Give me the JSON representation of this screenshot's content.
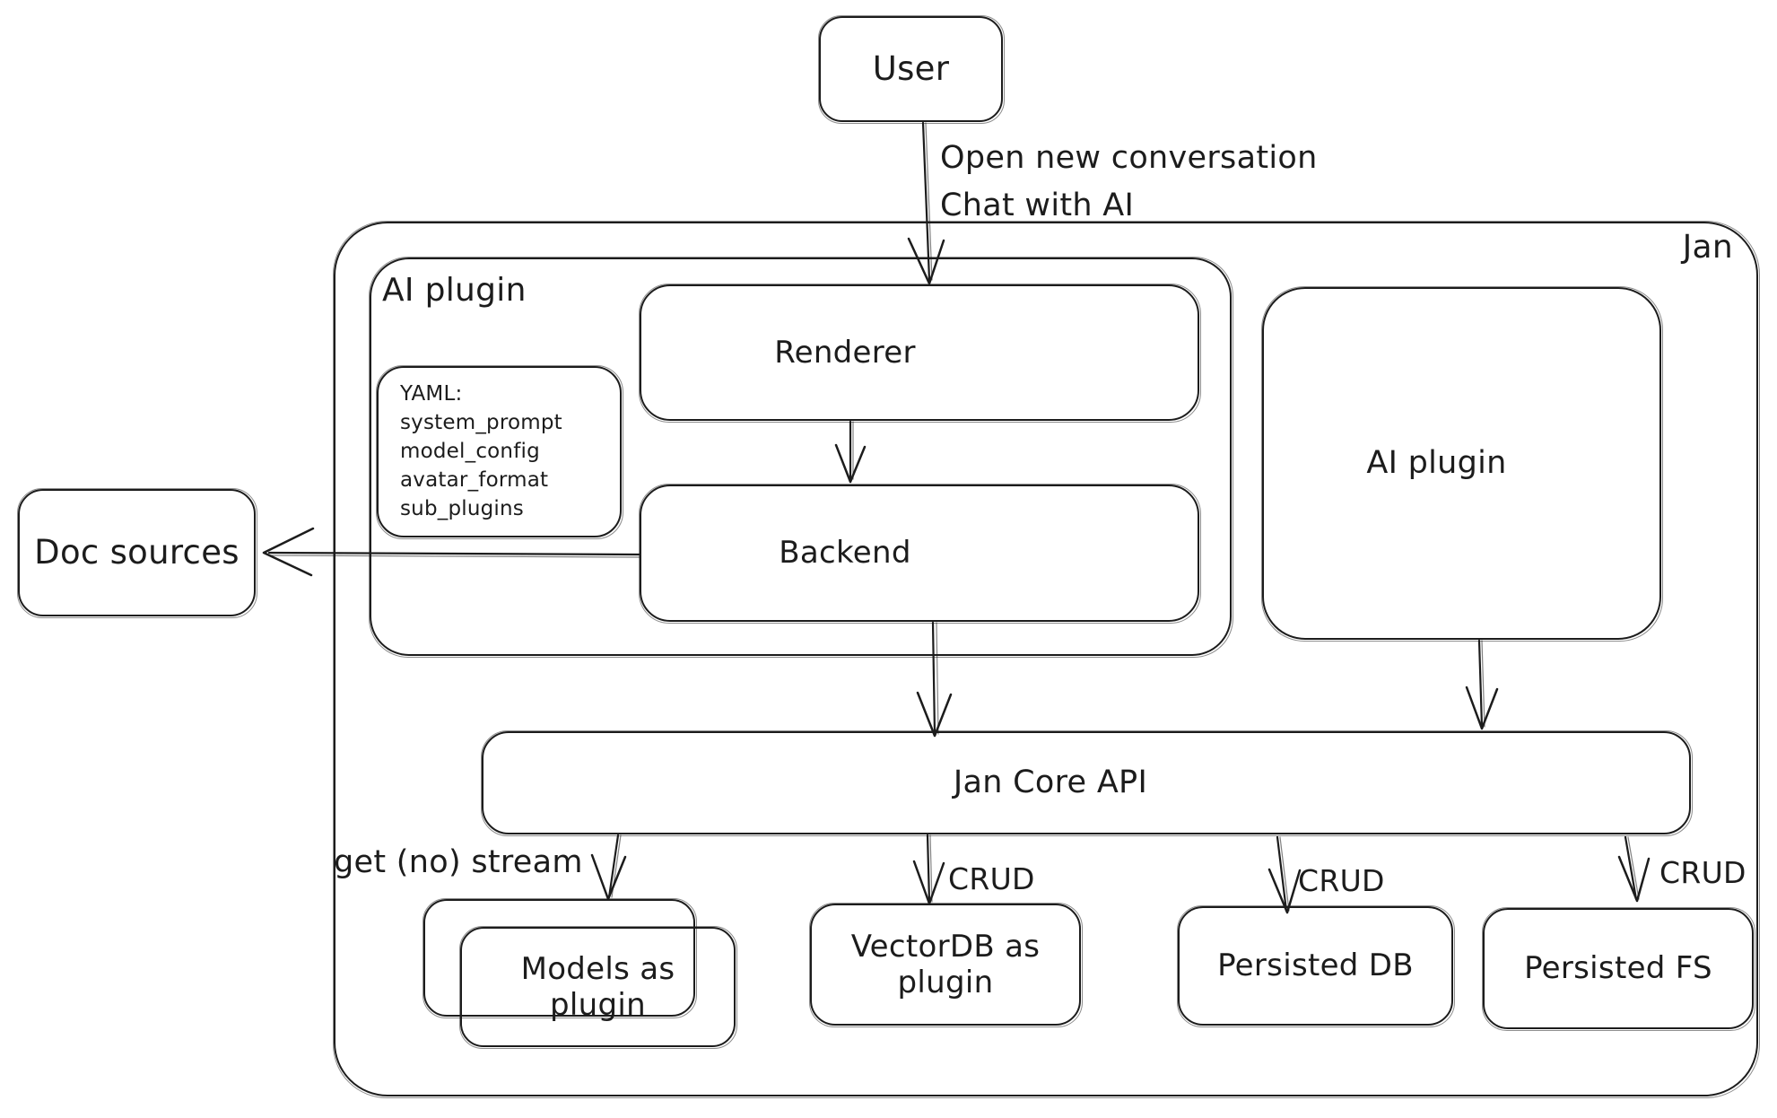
{
  "diagram": {
    "background": "#ffffff",
    "ink_color": "#1c1c1c",
    "outer_container": {
      "label": "Jan"
    },
    "nodes": {
      "user": {
        "label": "User"
      },
      "ai_plugin_group": {
        "label": "AI plugin"
      },
      "renderer": {
        "label": "Renderer"
      },
      "yaml_note": {
        "lines": [
          "YAML:",
          "system_prompt",
          "model_config",
          "avatar_format",
          "sub_plugins"
        ]
      },
      "backend": {
        "label": "Backend"
      },
      "ai_plugin_right": {
        "label": "AI plugin"
      },
      "doc_sources": {
        "label": "Doc sources"
      },
      "jan_core_api": {
        "label": "Jan Core API"
      },
      "models_as_plugin": {
        "label": "Models as plugin"
      },
      "vectordb_as_plugin": {
        "label": "VectorDB as plugin"
      },
      "persisted_db": {
        "label": "Persisted DB"
      },
      "persisted_fs": {
        "label": "Persisted FS"
      }
    },
    "edge_labels": {
      "user_to_renderer": {
        "lines": [
          "Open new conversation",
          "Chat with AI"
        ]
      },
      "core_to_models": {
        "label": "get (no) stream"
      },
      "core_to_vectordb": {
        "label": "CRUD"
      },
      "core_to_persisted_db": {
        "label": "CRUD"
      },
      "core_to_persisted_fs": {
        "label": "CRUD"
      }
    }
  }
}
